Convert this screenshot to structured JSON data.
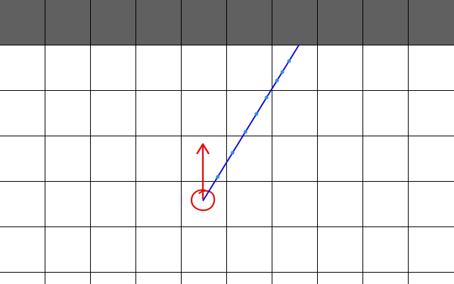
{
  "board": {
    "cols": 10,
    "rows": 6,
    "grid_line_color": "#000000",
    "cell_color": "#ffffff",
    "header_row_color": "#606060"
  },
  "path": {
    "line_color": "#1010cc",
    "dot_color": "#2f8ff0",
    "point_count": 8
  },
  "marker": {
    "color": "#e01010",
    "circle_icon": "hand-drawn-circle-icon",
    "arrow_icon": "up-arrow-icon"
  }
}
